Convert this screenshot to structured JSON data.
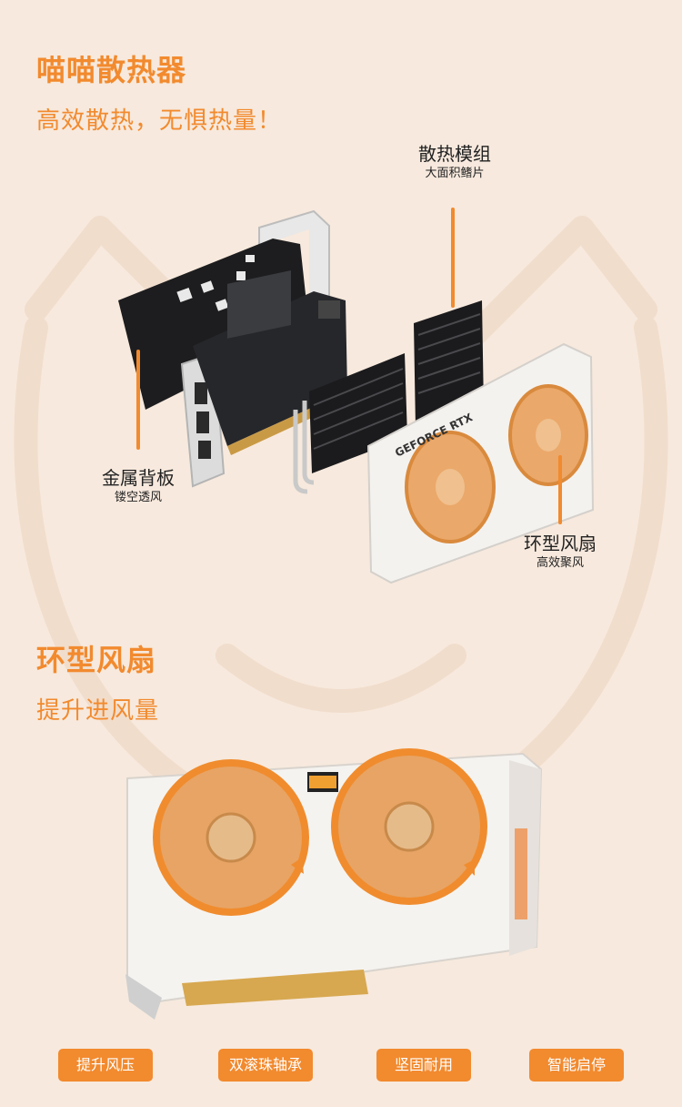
{
  "section1": {
    "title": "喵喵散热器",
    "subtitle": "高效散热，无惧热量！"
  },
  "callouts": {
    "heatsink": {
      "main": "散热模组",
      "sub": "大面积鳍片"
    },
    "backplate": {
      "main": "金属背板",
      "sub": "镂空透风"
    },
    "fan": {
      "main": "环型风扇",
      "sub": "高效聚风"
    }
  },
  "shroud_text": "GEFORCE RTX",
  "section2": {
    "title": "环型风扇",
    "subtitle": "提升进风量"
  },
  "features": [
    "提升风压",
    "双滚珠轴承",
    "坚固耐用",
    "智能启停"
  ],
  "colors": {
    "accent": "#f28a2e",
    "background": "#f7e9dd",
    "fan": "#e8a76a",
    "shroud": "#f4f2ef"
  }
}
